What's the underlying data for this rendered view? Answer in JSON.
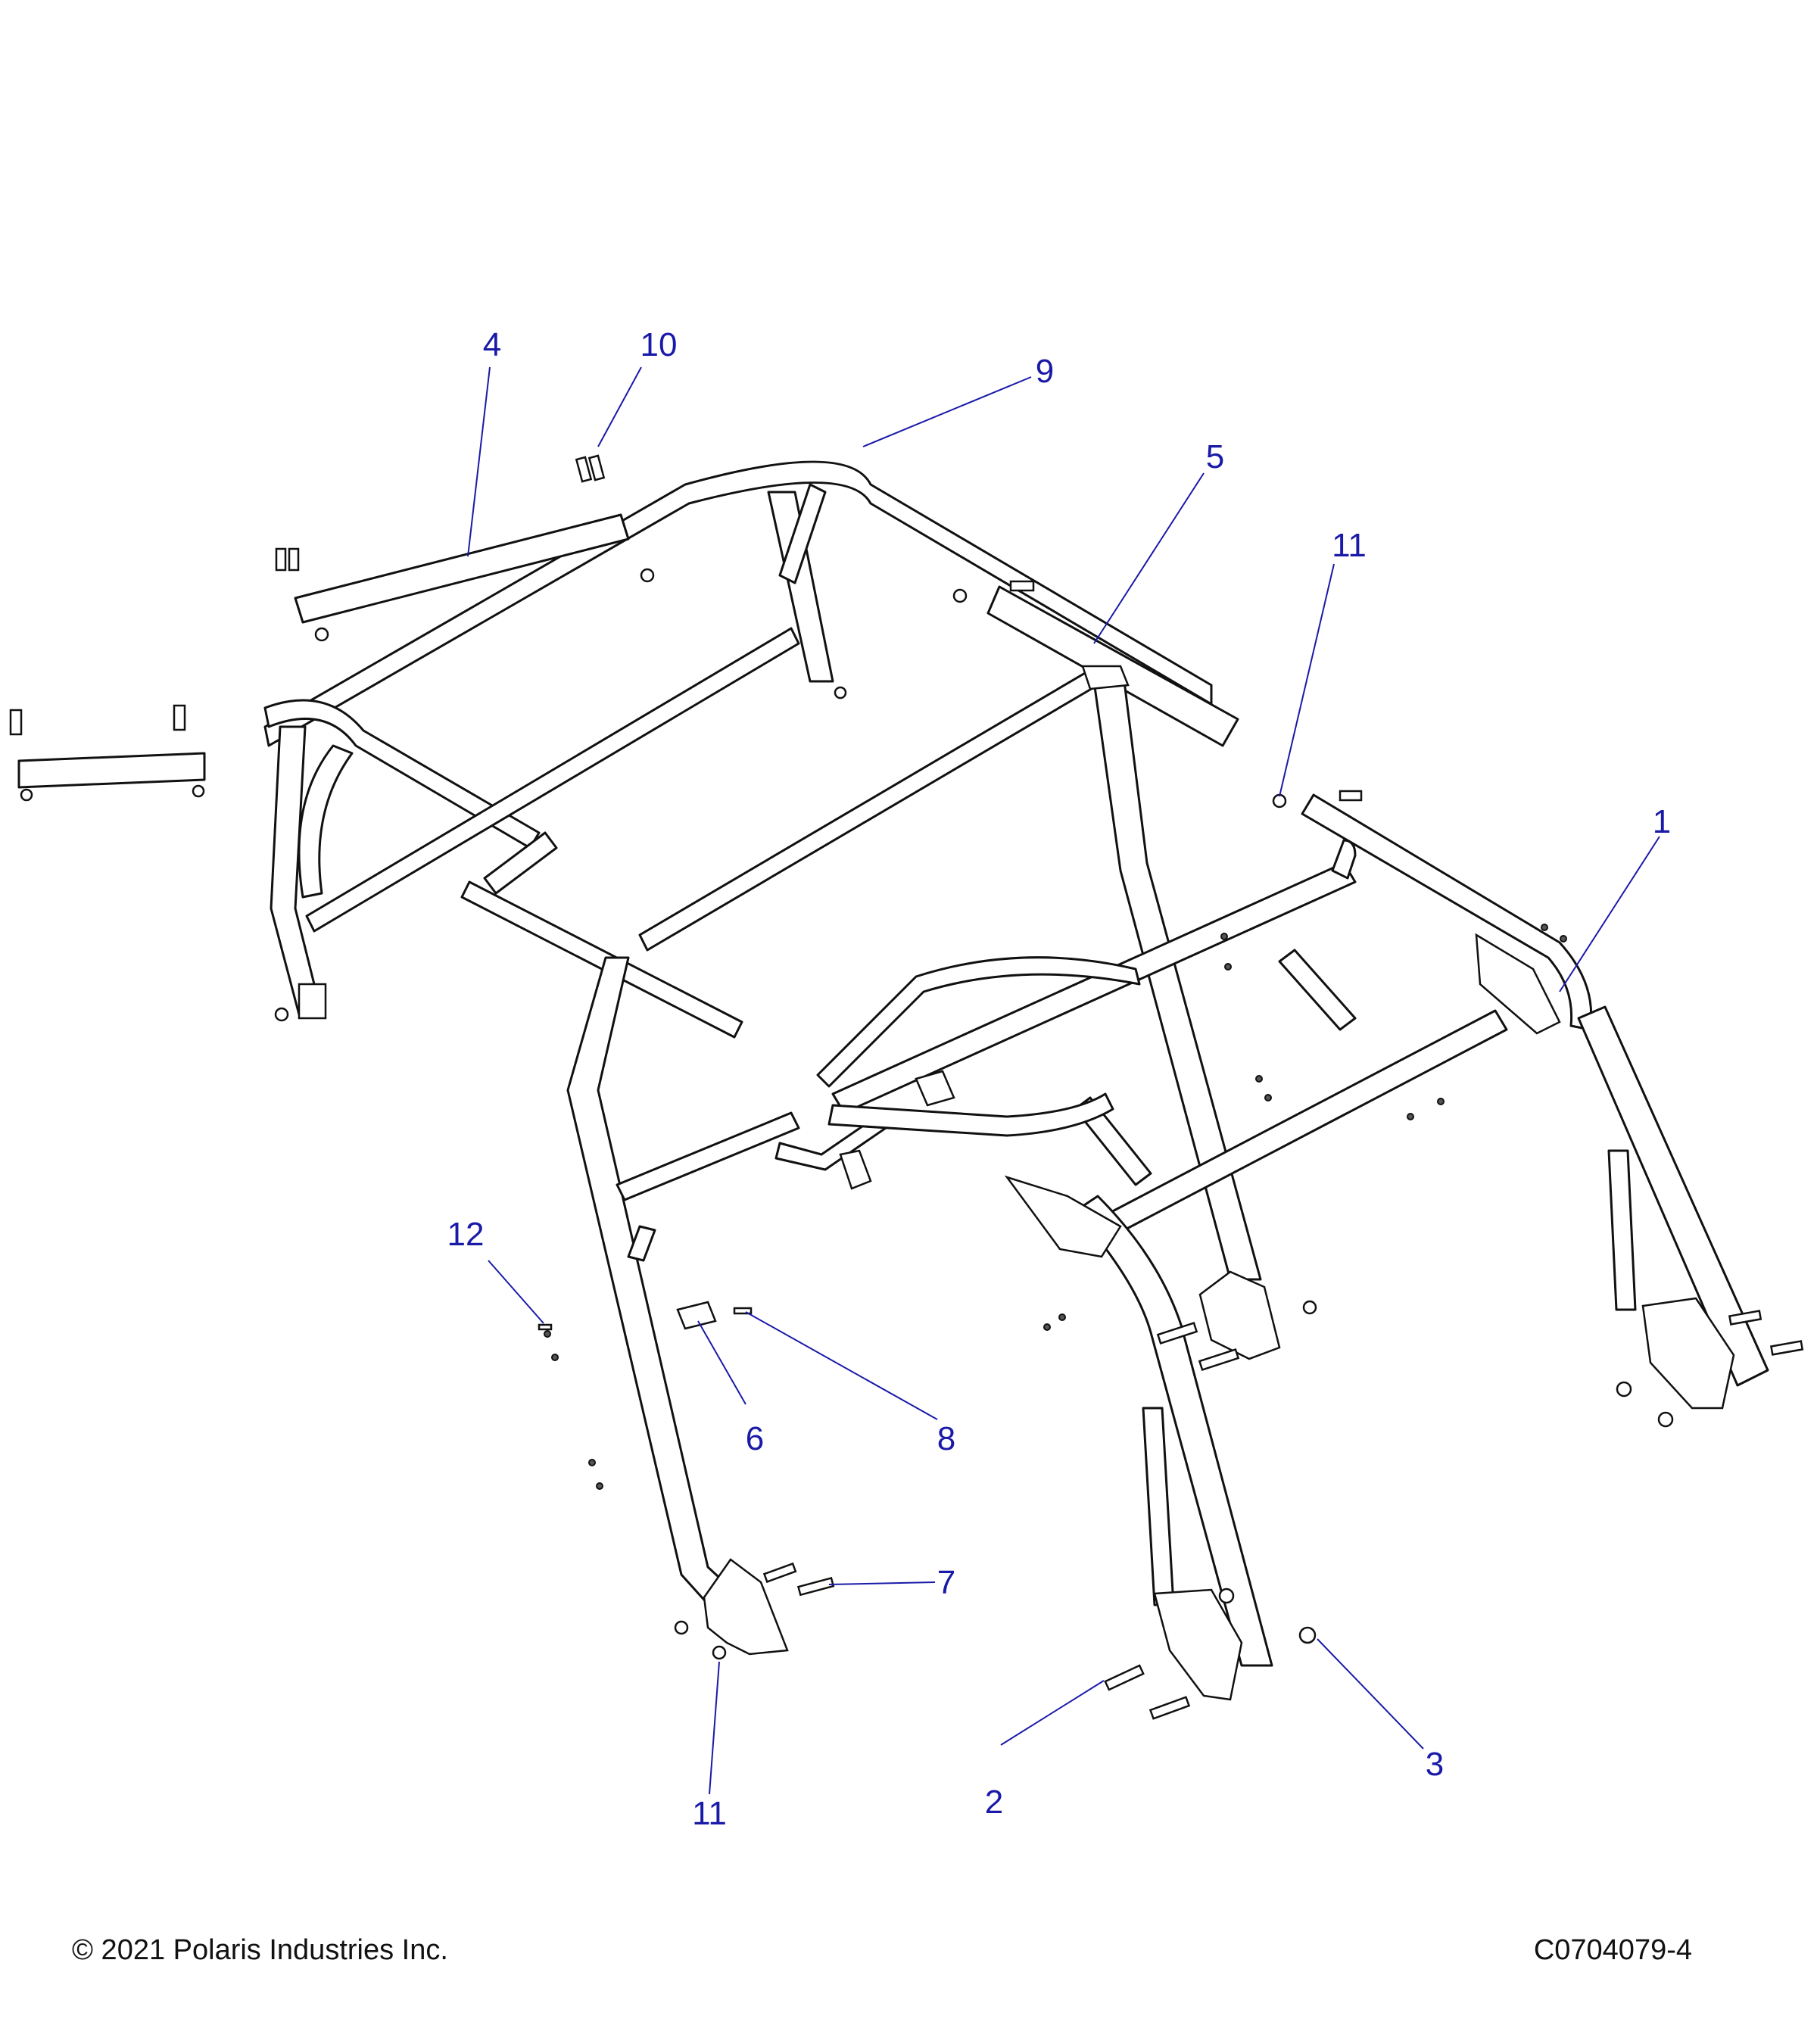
{
  "diagram": {
    "callouts": [
      {
        "id": "c1",
        "label": "1"
      },
      {
        "id": "c2",
        "label": "2"
      },
      {
        "id": "c3",
        "label": "3"
      },
      {
        "id": "c4",
        "label": "4"
      },
      {
        "id": "c5",
        "label": "5"
      },
      {
        "id": "c6",
        "label": "6"
      },
      {
        "id": "c7",
        "label": "7"
      },
      {
        "id": "c8",
        "label": "8"
      },
      {
        "id": "c9",
        "label": "9"
      },
      {
        "id": "c10",
        "label": "10"
      },
      {
        "id": "c11a",
        "label": "11"
      },
      {
        "id": "c11b",
        "label": "11"
      },
      {
        "id": "c12",
        "label": "12"
      }
    ],
    "callout_color": "#1a1aa8",
    "line_color": "#111111"
  },
  "footer": {
    "copyright": "© 2021 Polaris Industries Inc.",
    "code": "C0704079-4"
  }
}
